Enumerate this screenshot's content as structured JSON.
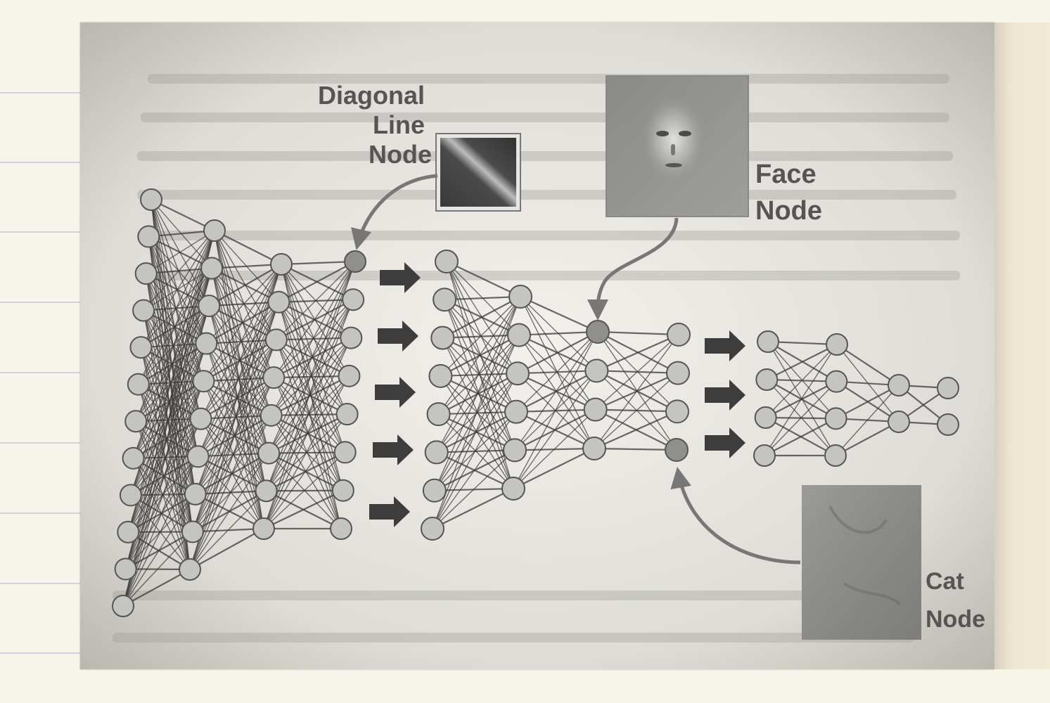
{
  "labels": {
    "diagonal": [
      "Diagonal",
      "Line",
      "Node"
    ],
    "face": [
      "Face",
      "Node"
    ],
    "cat": [
      "Cat",
      "Node"
    ]
  },
  "colors": {
    "page_background": "#f7f4ea",
    "ruled_line": "#cfd2da",
    "node_fill": "#c4c4c2",
    "highlight_node_fill": "#8f8f8d",
    "edge_stroke": "#3a3a3a",
    "arrow_fill": "#3d3d3d",
    "label_color": "#555555"
  },
  "networks": [
    {
      "name": "network-1",
      "layer_sizes": [
        12,
        10,
        8,
        8
      ],
      "highlight": "diagonal-line-node"
    },
    {
      "name": "network-2",
      "layer_sizes": [
        8,
        6,
        4,
        4
      ],
      "highlight": [
        "face-node",
        "cat-node"
      ]
    },
    {
      "name": "network-3",
      "layer_sizes": [
        4,
        4,
        2,
        2
      ]
    }
  ],
  "arrows": {
    "between_1_2": 5,
    "between_2_3": 3
  }
}
